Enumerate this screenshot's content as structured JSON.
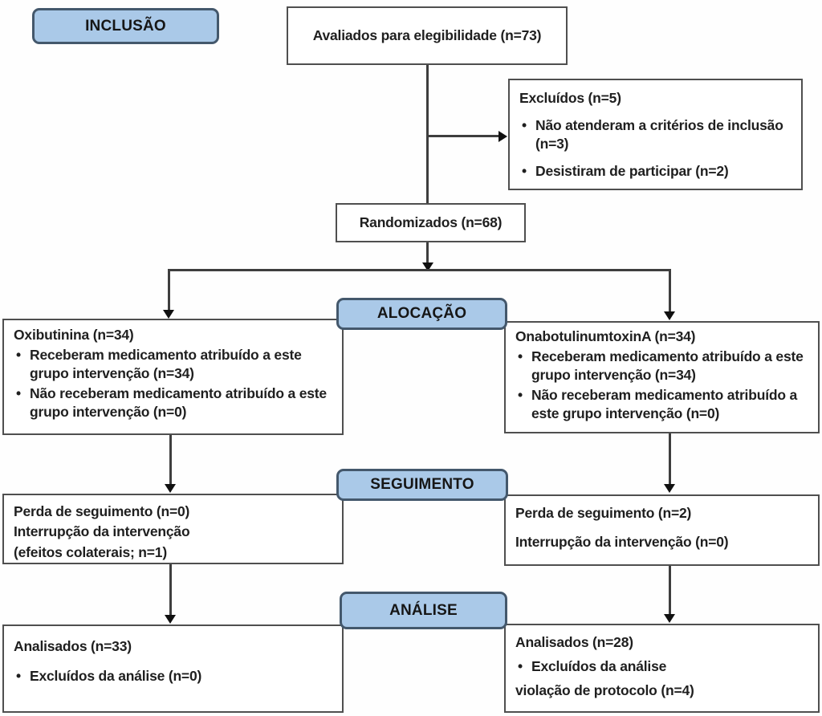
{
  "colors": {
    "badge_fill": "#aac9e8",
    "badge_border": "#44586c",
    "box_border": "#4f4f4f",
    "line": "#3e3e3e",
    "arrow": "#101010",
    "text": "#1f1f1f"
  },
  "badges": {
    "inclusion": "INCLUSÃO",
    "allocation": "ALOCAÇÃO",
    "followup": "SEGUIMENTO",
    "analysis": "ANÁLISE"
  },
  "boxes": {
    "eligibility": {
      "text": "Avaliados para elegibilidade (n=73)"
    },
    "excluded": {
      "title": "Excluídos (n=5)",
      "bullets": [
        "Não atenderam a critérios de inclusão (n=3)",
        "Desistiram de participar (n=2)"
      ]
    },
    "randomized": {
      "text": "Randomizados (n=68)"
    },
    "alloc_left": {
      "title": "Oxibutinina (n=34)",
      "bullets": [
        "Receberam medicamento atribuído a este grupo intervenção (n=34)",
        "Não receberam medicamento atribuído a este grupo intervenção (n=0)"
      ]
    },
    "alloc_right": {
      "title": "OnabotulinumtoxinA (n=34)",
      "bullets": [
        "Receberam medicamento atribuído a este grupo intervenção (n=34)",
        "Não receberam medicamento atribuído a este grupo intervenção (n=0)"
      ]
    },
    "followup_left": {
      "lines": [
        "Perda de seguimento (n=0)",
        "Interrupção da intervenção",
        "(efeitos colaterais; n=1)"
      ]
    },
    "followup_right": {
      "lines": [
        "Perda de seguimento (n=2)",
        "Interrupção da intervenção (n=0)"
      ]
    },
    "analysis_left": {
      "title": "Analisados (n=33)",
      "bullets": [
        "Excluídos da análise (n=0)"
      ]
    },
    "analysis_right": {
      "title": "Analisados (n=28)",
      "bullets": [
        "Excluídos da análise"
      ],
      "extra_line": "violação de protocolo (n=4)"
    }
  }
}
